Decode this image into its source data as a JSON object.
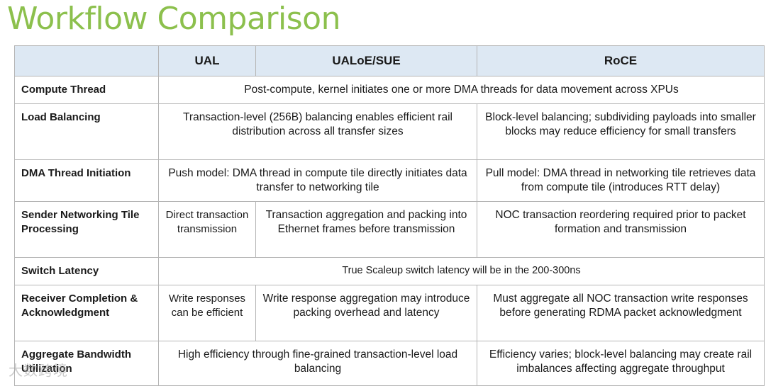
{
  "title": "Workflow Comparison",
  "table": {
    "headers": [
      "",
      "UAL",
      "UALoE/SUE",
      "RoCE"
    ],
    "rows": {
      "compute_thread": {
        "label": "Compute Thread",
        "all": "Post-compute, kernel initiates one or more DMA threads for data movement across XPUs"
      },
      "load_balancing": {
        "label": "Load Balancing",
        "ual_sue": "Transaction-level (256B) balancing enables efficient rail distribution across all transfer sizes",
        "roce": "Block-level balancing; subdividing payloads into smaller blocks may reduce efficiency for small transfers"
      },
      "dma_thread": {
        "label": "DMA Thread Initiation",
        "ual_sue": "Push model: DMA thread in compute tile directly initiates data transfer to networking tile",
        "roce": "Pull model: DMA thread in networking tile retrieves data from compute tile (introduces RTT delay)"
      },
      "sender_processing": {
        "label": "Sender Networking Tile Processing",
        "ual": "Direct transaction transmission",
        "sue": "Transaction aggregation and packing into Ethernet frames before transmission",
        "roce": "NOC transaction reordering required prior to packet formation and transmission"
      },
      "switch_latency": {
        "label": "Switch Latency",
        "all": "True Scaleup switch latency will be in the 200-300ns"
      },
      "receiver_completion": {
        "label": "Receiver Completion & Acknowledgment",
        "ual": "Write responses can be efficient",
        "sue": "Write response aggregation may introduce packing overhead and latency",
        "roce": "Must aggregate all NOC transaction write responses before generating RDMA packet acknowledgment"
      },
      "aggregate_bandwidth": {
        "label": "Aggregate Bandwidth Utilization",
        "ual_sue": "High efficiency through fine-grained transaction-level load balancing",
        "roce": "Efficiency varies; block-level balancing may create rail imbalances affecting aggregate throughput"
      }
    }
  },
  "watermark": "大数跨境",
  "colors": {
    "title": "#8cc04d",
    "header_bg": "#dde8f3",
    "border": "#b5b5b5"
  }
}
